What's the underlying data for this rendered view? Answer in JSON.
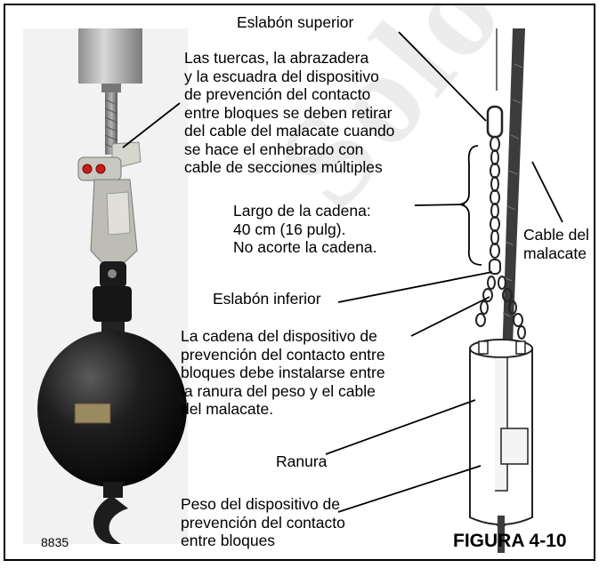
{
  "watermark": "Solo referencia",
  "labels": {
    "eslabon_superior": "Eslabón superior",
    "tuercas": [
      "Las tuercas, la abrazadera",
      "y la escuadra del dispositivo",
      "de prevención del contacto",
      "entre bloques se deben retirar",
      "del cable del malacate cuando",
      "se hace el enhebrado con",
      "cable de secciones múltiples"
    ],
    "largo": [
      "Largo de la cadena:",
      "40 cm (16 pulg).",
      "No acorte la cadena."
    ],
    "cable_malacate": [
      "Cable del",
      "malacate"
    ],
    "eslabon_inferior": "Eslabón inferior",
    "cadena": [
      "La cadena del dispositivo de",
      "prevención del contacto entre",
      "bloques debe instalarse entre",
      "la ranura del peso y el cable",
      "del malacate."
    ],
    "ranura": "Ranura",
    "peso": [
      "Peso del dispositivo de",
      "prevención del contacto",
      "entre bloques"
    ]
  },
  "figure_number": "8835",
  "figure_title": "FIGURA 4-10"
}
